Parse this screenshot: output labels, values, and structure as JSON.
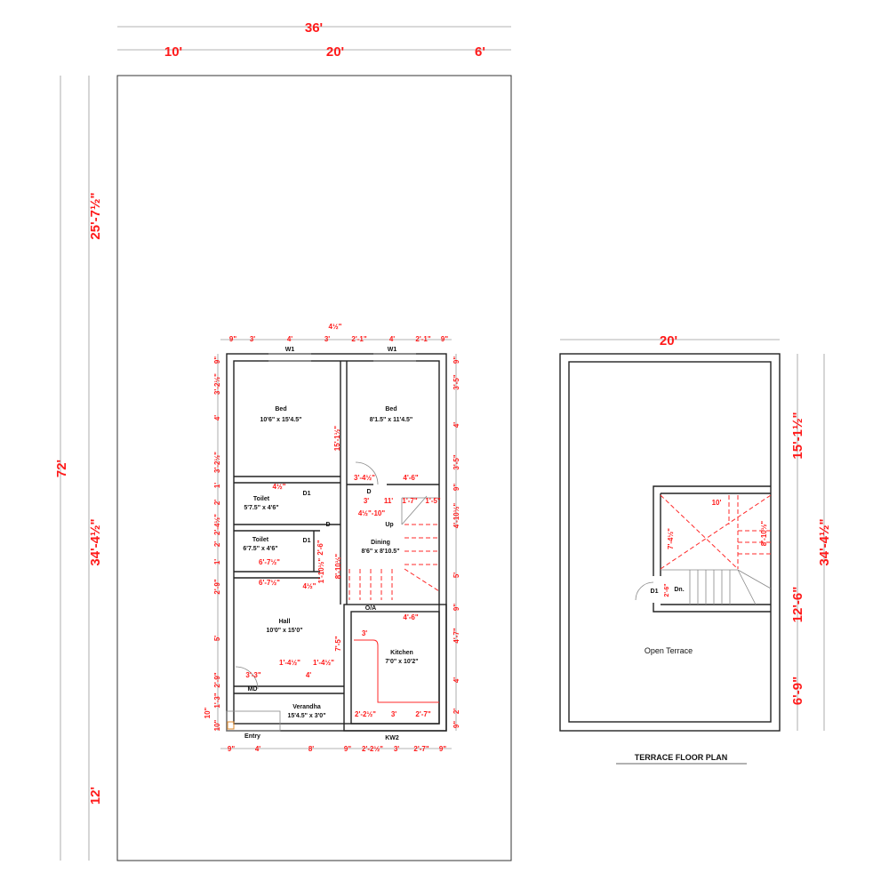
{
  "overall": {
    "width": "36'",
    "segments_top": [
      "10'",
      "20'",
      "6'"
    ],
    "left_total": "72'",
    "left_segments": [
      "25'-7½\"",
      "34'-4½\"",
      "12'"
    ]
  },
  "ground_floor": {
    "rooms": [
      {
        "name": "Bed",
        "size": "10'6\" x 15'4.5\""
      },
      {
        "name": "Bed",
        "size": "8'1.5\" x 11'4.5\""
      },
      {
        "name": "Toilet",
        "size": "5'7.5\" x 4'6\""
      },
      {
        "name": "Toilet",
        "size": "6'7.5\" x 4'6\""
      },
      {
        "name": "Dining",
        "size": "8'6\" x 8'10.5\""
      },
      {
        "name": "Hall",
        "size": "10'0\" x 15'0\""
      },
      {
        "name": "Kitchen",
        "size": "7'0\" x 10'2\""
      },
      {
        "name": "Verandha",
        "size": "15'4.5\" x 3'0\""
      }
    ],
    "tags": [
      "W1",
      "W1",
      "D1",
      "D1",
      "D",
      "D",
      "Up",
      "O/A",
      "MD",
      "Entry",
      "KW2"
    ],
    "dims_top": [
      "9\"",
      "3'",
      "4'",
      "3'",
      "2'-1\"",
      "4'",
      "2'-1\"",
      "9\"",
      "4½\""
    ],
    "dims_bottom": [
      "9\"",
      "4'",
      "8'",
      "9\"",
      "2'-2½\"",
      "3'",
      "2'-7\"",
      "9\""
    ],
    "dims_left": [
      "9\"",
      "3'-2½\"",
      "4'",
      "3'-2½\"",
      "1'",
      "2'",
      "2'-4½\"",
      "2'",
      "1'",
      "2'-9\"",
      "5'",
      "2'-9\"",
      "1'-3\"",
      "10\"",
      "10\""
    ],
    "dims_right": [
      "9\"",
      "3'-5\"",
      "4'",
      "3'-5\"",
      "9\"",
      "4'-10½\"",
      "5'",
      "9\"",
      "4'-7\"",
      "4'",
      "2'",
      "9\""
    ],
    "dims_interior": [
      "15'-1½\"",
      "3'-4½\"",
      "4'-6\"",
      "3'",
      "11'",
      "1'-7\"",
      "1'-5\"",
      "4½\"-10\"",
      "4½\"",
      "6'-7½\"",
      "6'-7½\"",
      "4½\"",
      "3'-3\"",
      "4'",
      "1'-4½\"",
      "1'-4½\"",
      "3'",
      "4'-6\"",
      "7'-5\"",
      "2'-2½\"",
      "3'",
      "2'-7\"",
      "8'-10½\"",
      "1'-10½\"",
      "2'-6\""
    ]
  },
  "terrace": {
    "title": "TERRACE FLOOR PLAN",
    "label": "Open Terrace",
    "tags": [
      "D1",
      "Dn."
    ],
    "dims": [
      "20'",
      "15'-1½\"",
      "12'-6\"",
      "6'-9\"",
      "34'-4½\"",
      "10'",
      "7'-4½\"",
      "8'-10½\"",
      "2'-6\""
    ]
  },
  "colors": {
    "dimension": "#ff1a1a",
    "wall": "#222222"
  }
}
